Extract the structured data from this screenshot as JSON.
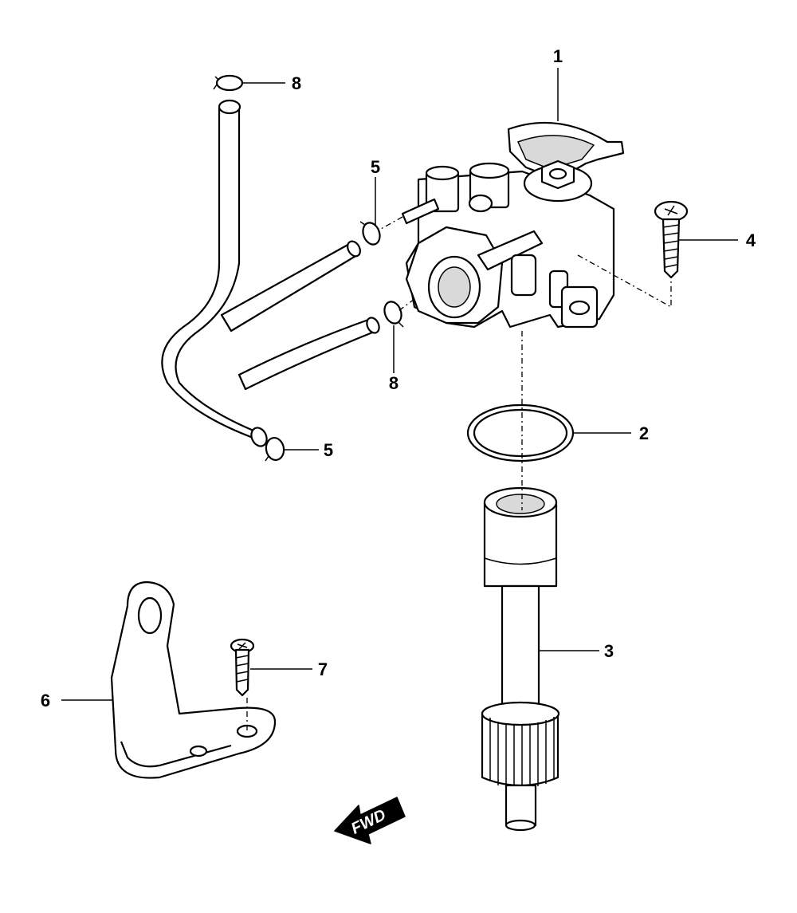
{
  "callouts": {
    "c1": "1",
    "c2": "2",
    "c3": "3",
    "c4": "4",
    "c5a": "5",
    "c5b": "5",
    "c6": "6",
    "c7": "7",
    "c8a": "8",
    "c8b": "8"
  },
  "direction_arrow": {
    "label": "FWD"
  },
  "colors": {
    "line": "#000000",
    "background": "#ffffff"
  }
}
